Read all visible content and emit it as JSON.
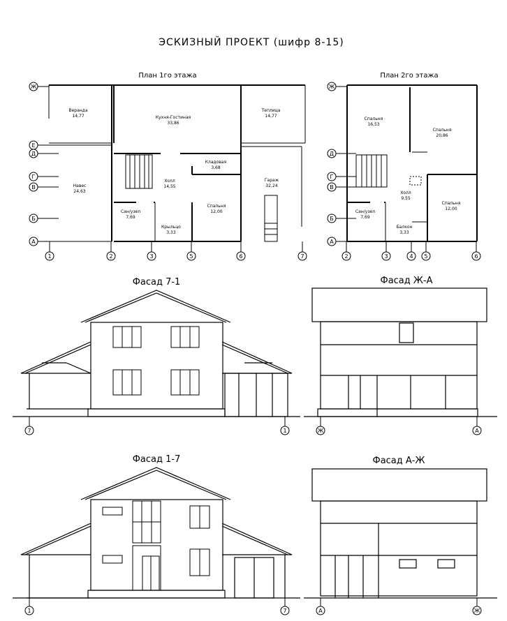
{
  "title": "ЭСКИЗНЫЙ ПРОЕКТ (шифр 8-15)",
  "plan1": {
    "title": "План 1го этажа",
    "rooms": {
      "veranda": {
        "name": "Веранда",
        "area": "14,77"
      },
      "kitchen": {
        "name": "Кухня-Гостиная",
        "area": "33,86"
      },
      "greenhouse": {
        "name": "Теплица",
        "area": "14,77"
      },
      "pantry": {
        "name": "Кладовая",
        "area": "3,68"
      },
      "hall": {
        "name": "Холл",
        "area": "14,55"
      },
      "canopy": {
        "name": "Навес",
        "area": "24,63"
      },
      "garage": {
        "name": "Гараж",
        "area": "32,24"
      },
      "bath": {
        "name": "Сан/узел",
        "area": "7,69"
      },
      "bedroom": {
        "name": "Спальня",
        "area": "12,00"
      },
      "porch": {
        "name": "Крыльцо",
        "area": "3,33"
      }
    },
    "row_axes": [
      "Ж",
      "Е",
      "Д",
      "Г",
      "В",
      "Б",
      "А"
    ],
    "col_axes": [
      "1",
      "2",
      "3",
      "5",
      "6",
      "7"
    ]
  },
  "plan2": {
    "title": "План 2го этажа",
    "rooms": {
      "bedroom1": {
        "name": "Спальня",
        "area": "16,53"
      },
      "bedroom2": {
        "name": "Спальня",
        "area": "20,86"
      },
      "hall": {
        "name": "Холл",
        "area": "9,55"
      },
      "bath": {
        "name": "Сан/узел",
        "area": "7,69"
      },
      "bedroom3": {
        "name": "Спальня",
        "area": "12,00"
      },
      "balcony": {
        "name": "Балкон",
        "area": "3,33"
      }
    },
    "row_axes": [
      "Ж",
      "Д",
      "Г",
      "В",
      "Б",
      "А"
    ],
    "col_axes": [
      "2",
      "3",
      "4",
      "5",
      "6"
    ]
  },
  "facades": {
    "f71": {
      "title": "Фасад 7-1",
      "axes": [
        "7",
        "1"
      ]
    },
    "fZA": {
      "title": "Фасад Ж-А",
      "axes": [
        "Ж",
        "А"
      ]
    },
    "f17": {
      "title": "Фасад 1-7",
      "axes": [
        "1",
        "7"
      ]
    },
    "fAZ": {
      "title": "Фасад А-Ж",
      "axes": [
        "А",
        "Ж"
      ]
    }
  }
}
